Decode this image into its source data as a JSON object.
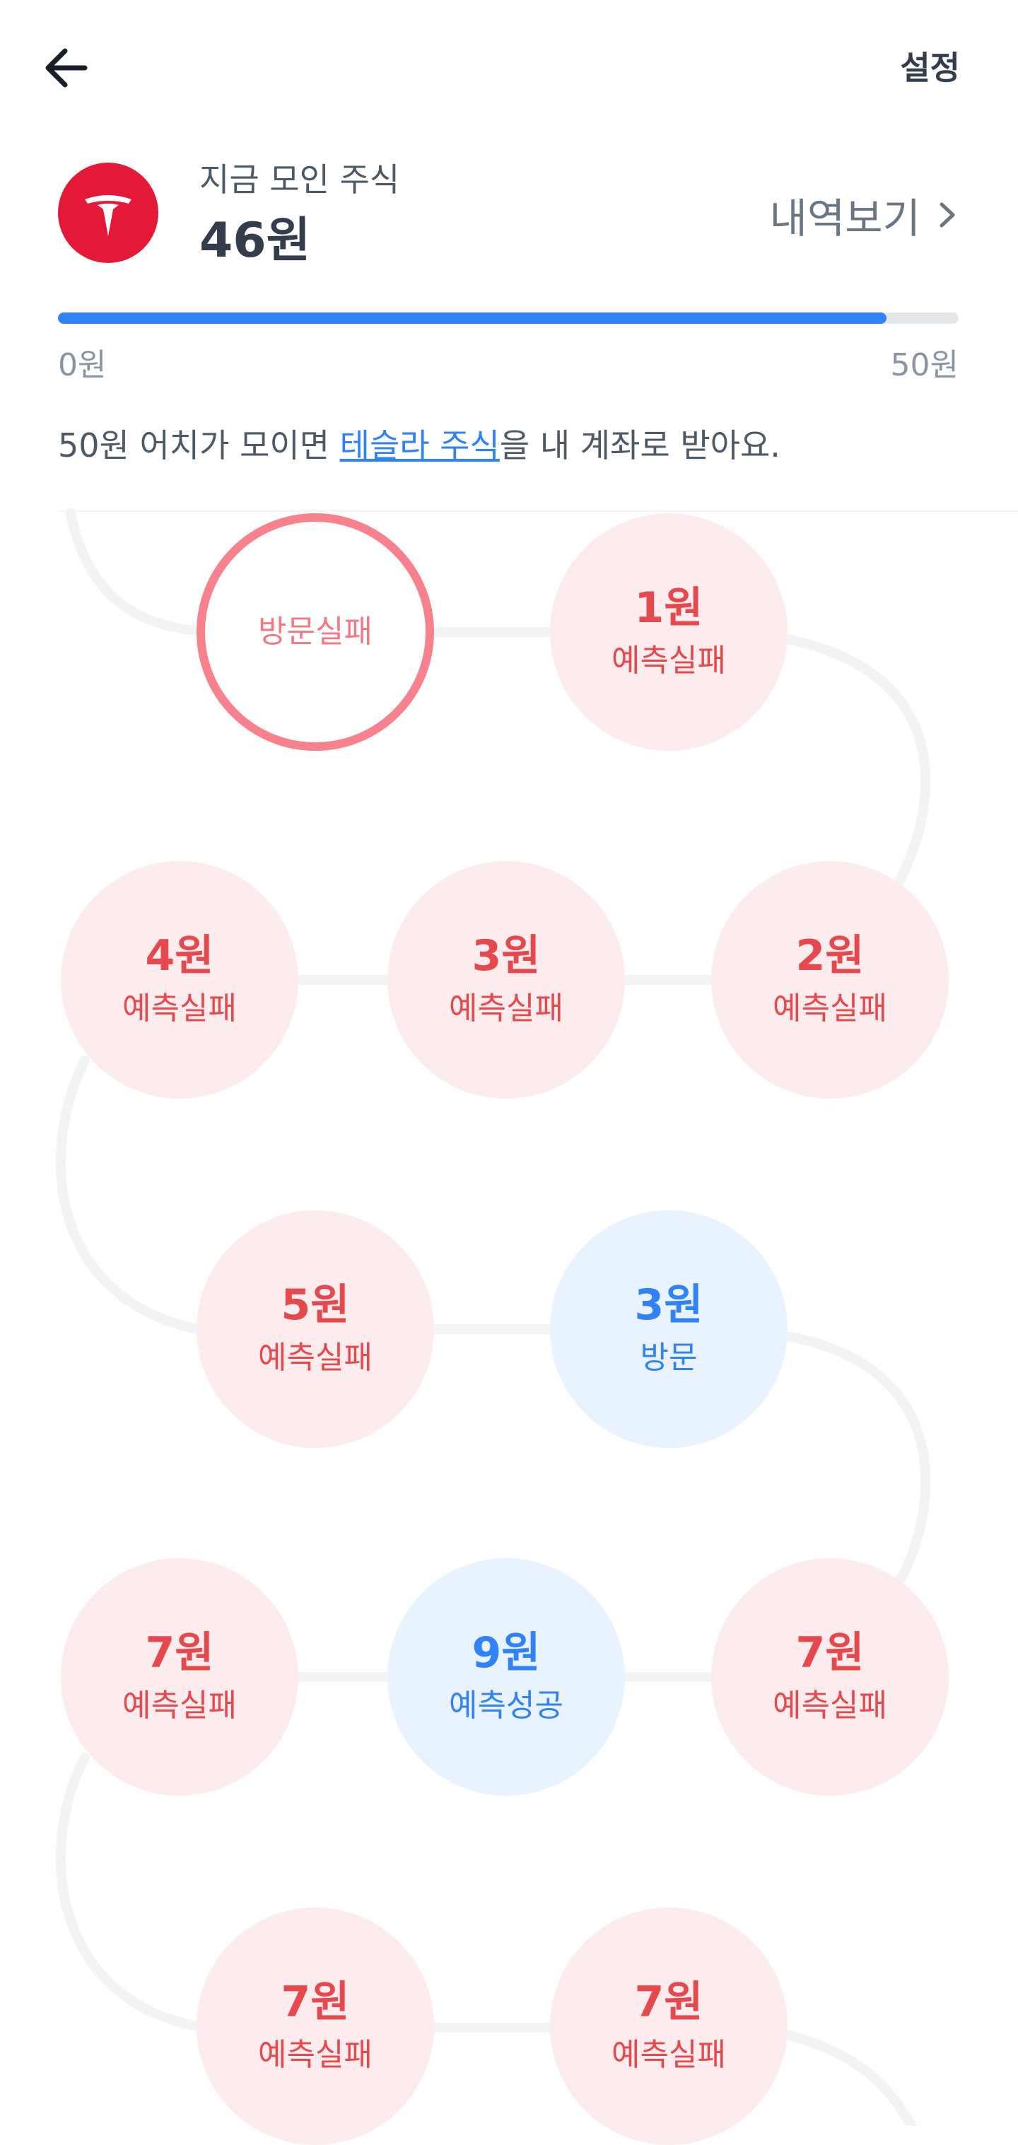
{
  "header": {
    "back_icon": "arrow-left-icon",
    "settings_label": "설정"
  },
  "summary": {
    "logo_icon": "tesla-logo-icon",
    "caption": "지금 모인 주식",
    "amount": "46원",
    "history_label": "내역보기",
    "history_icon": "chevron-right-icon"
  },
  "progress": {
    "fraction": 0.92,
    "min_label": "0원",
    "max_label": "50원",
    "fill_color": "#3182f6"
  },
  "description": {
    "before": "50원 어치가 모이면 ",
    "link": "테슬라 주식",
    "after": "을 내 계좌로 받아요."
  },
  "colors": {
    "fail_bg": "#fdeced",
    "fail_text": "#e5484d",
    "success_bg": "#e8f3ff",
    "success_text": "#3182f6",
    "ring": "#f7818c"
  },
  "nodes": [
    {
      "amount": "",
      "status": "방문실패",
      "kind": "ring"
    },
    {
      "amount": "1원",
      "status": "예측실패",
      "kind": "fail"
    },
    {
      "amount": "2원",
      "status": "예측실패",
      "kind": "fail"
    },
    {
      "amount": "3원",
      "status": "예측실패",
      "kind": "fail"
    },
    {
      "amount": "4원",
      "status": "예측실패",
      "kind": "fail"
    },
    {
      "amount": "5원",
      "status": "예측실패",
      "kind": "fail"
    },
    {
      "amount": "3원",
      "status": "방문",
      "kind": "ok"
    },
    {
      "amount": "7원",
      "status": "예측실패",
      "kind": "fail"
    },
    {
      "amount": "9원",
      "status": "예측성공",
      "kind": "ok"
    },
    {
      "amount": "7원",
      "status": "예측실패",
      "kind": "fail"
    },
    {
      "amount": "7원",
      "status": "예측실패",
      "kind": "fail"
    },
    {
      "amount": "7원",
      "status": "예측실패",
      "kind": "fail"
    }
  ]
}
